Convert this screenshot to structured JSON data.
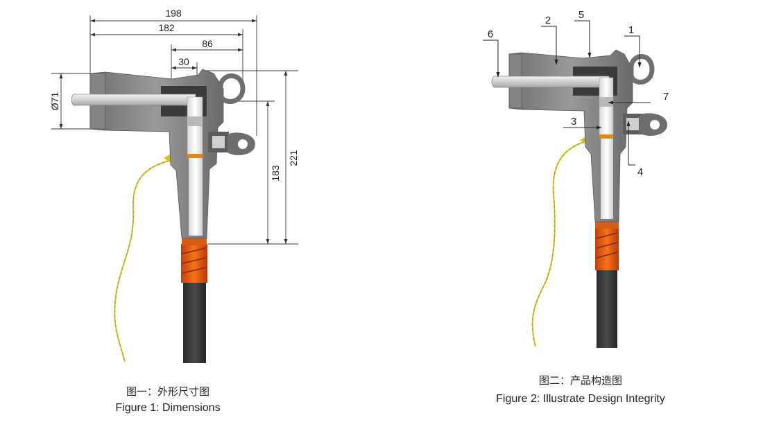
{
  "figure1": {
    "dimensions": [
      "198",
      "182",
      "86",
      "30",
      "Ø71",
      "183",
      "221"
    ],
    "caption_cn": "图一：外形尺寸图",
    "caption_en": "Figure 1: Dimensions"
  },
  "figure2": {
    "callouts": [
      "1",
      "2",
      "3",
      "4",
      "5",
      "6",
      "7"
    ],
    "caption_cn": "图二：产品构造图",
    "caption_en": "Figure 2: Illustrate Design Integrity"
  }
}
